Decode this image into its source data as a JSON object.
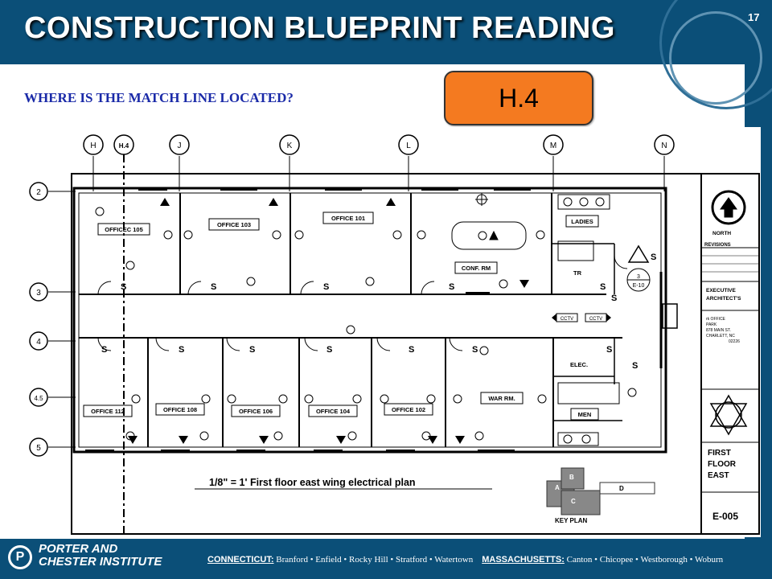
{
  "slide": {
    "title": "CONSTRUCTION BLUEPRINT READING",
    "page_number": "17",
    "question": "WHERE IS THE MATCH LINE LOCATED?",
    "answer": "H.4"
  },
  "blueprint": {
    "column_grid": [
      "H",
      "H.4",
      "J",
      "K",
      "L",
      "M",
      "N"
    ],
    "row_grid": [
      "2",
      "3",
      "4",
      "4.5",
      "5"
    ],
    "rooms_north": [
      "OFFICEC 105",
      "OFFICE 103",
      "OFFICE 101",
      "CONF. RM",
      "LADIES"
    ],
    "rooms_south": [
      "OFFICE 112",
      "OFFICE 108",
      "OFFICE 106",
      "OFFICE 104",
      "OFFICE 102",
      "WAR RM."
    ],
    "rooms_service": [
      "ELEC.",
      "MEN",
      "TR"
    ],
    "cctv_label": "CCTV",
    "detail_callout": [
      "3",
      "E-10"
    ],
    "scale_caption": "1/8\" = 1'  First floor east wing electrical plan",
    "key_plan": {
      "labels": [
        "A",
        "B",
        "C",
        "D"
      ],
      "title": "KEY PLAN"
    },
    "title_block": {
      "north": "NORTH",
      "revisions": "REVISIONS",
      "architect": [
        "EXECUTIVE",
        "ARCHITECT'S"
      ],
      "address": [
        "rk OFFICE",
        "PARK",
        "878 MAIN ST.",
        "CHARLETT, NC",
        "02226"
      ],
      "sheet_title": [
        "FIRST",
        "FLOOR",
        "EAST"
      ],
      "sheet_number": "E-005"
    }
  },
  "footer": {
    "logo_line1": "PORTER AND",
    "logo_line2": "CHESTER INSTITUTE",
    "ct_label": "CONNECTICUT:",
    "ct_towns": "Branford • Enfield • Rocky Hill • Stratford • Watertown",
    "ma_label": "MASSACHUSETTS:",
    "ma_towns": "Canton • Chicopee • Westborough • Woburn"
  },
  "colors": {
    "brand_blue": "#0b4f78",
    "answer_orange": "#f47a20",
    "question_blue": "#1a2aa8"
  }
}
